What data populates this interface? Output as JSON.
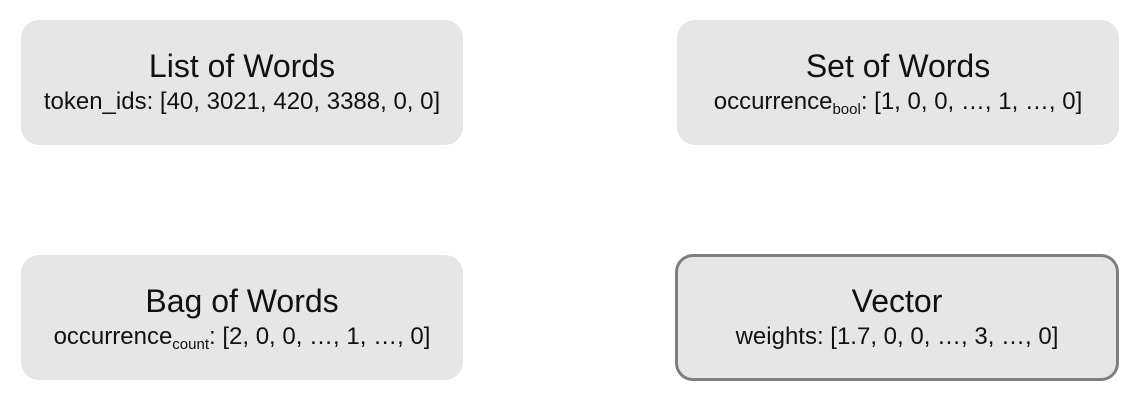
{
  "cards": [
    {
      "title": "List of Words",
      "label": "token_ids",
      "sub": "",
      "value": ": [40, 3021, 420, 3388, 0, 0]"
    },
    {
      "title": "Set of Words",
      "label": "occurrence",
      "sub": "bool",
      "value": ": [1, 0, 0, …, 1, …, 0]"
    },
    {
      "title": "Bag of Words",
      "label": "occurrence",
      "sub": "count",
      "value": ": [2, 0, 0, …, 1, …, 0]"
    },
    {
      "title": "Vector",
      "label": "weights",
      "sub": "",
      "value": ": [1.7, 0, 0, …, 3, …, 0]"
    }
  ],
  "colors": {
    "card_fill": "#e6e6e6",
    "highlight_border": "#7f7f7f",
    "text": "#111111"
  }
}
